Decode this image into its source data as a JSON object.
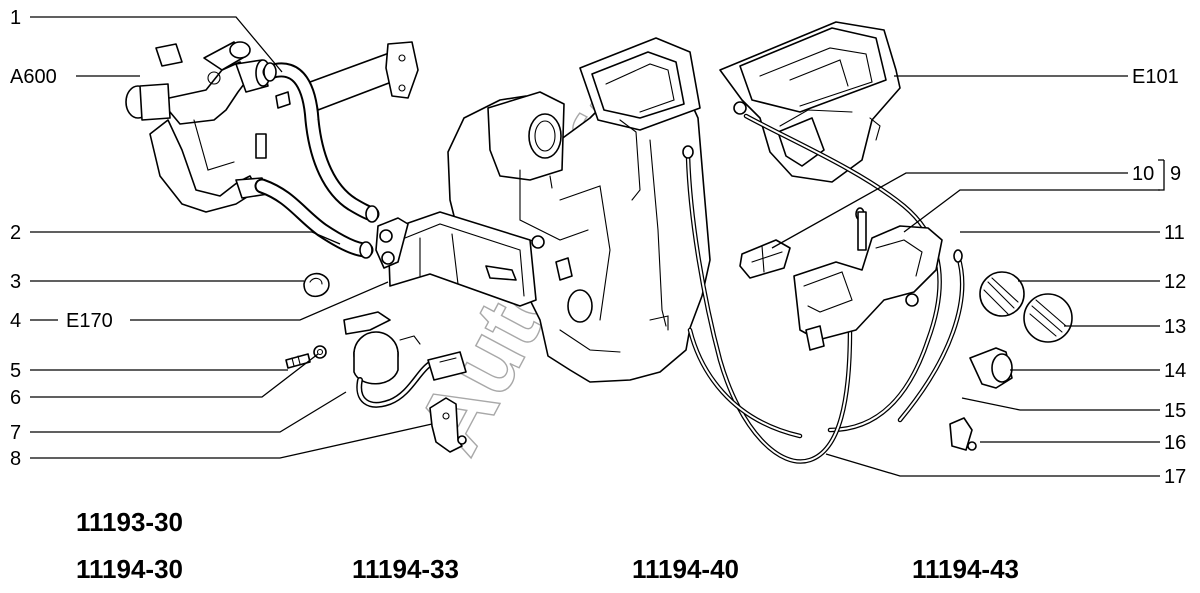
{
  "watermark": "AutoSoft",
  "callouts_left": [
    "1",
    "A600",
    "2",
    "3",
    "4",
    "E170",
    "5",
    "6",
    "7",
    "8"
  ],
  "callouts_right": [
    "E101",
    "10",
    "9",
    "11",
    "12",
    "13",
    "14",
    "15",
    "16",
    "17"
  ],
  "model_codes": [
    "11193-30",
    "11194-30",
    "11194-33",
    "11194-40",
    "11194-43"
  ]
}
